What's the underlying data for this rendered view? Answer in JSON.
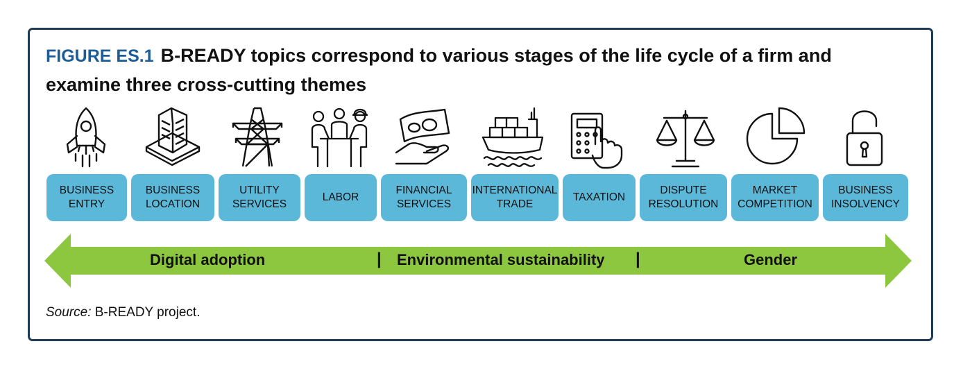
{
  "figure": {
    "label": "FIGURE ES.1",
    "title": "B-READY topics correspond to various stages of the life cycle of a firm and examine three cross-cutting themes"
  },
  "colors": {
    "accent": "#1c5d99",
    "topic_box": "#5bb8d9",
    "arrow": "#8dc63f",
    "border": "#1f3b57"
  },
  "topics": [
    {
      "label": "BUSINESS\nENTRY",
      "icon": "rocket-icon"
    },
    {
      "label": "BUSINESS\nLOCATION",
      "icon": "building-icon"
    },
    {
      "label": "UTILITY\nSERVICES",
      "icon": "power-tower-icon"
    },
    {
      "label": "LABOR",
      "icon": "workers-icon"
    },
    {
      "label": "FINANCIAL\nSERVICES",
      "icon": "money-hand-icon"
    },
    {
      "label": "INTERNATIONAL\nTRADE",
      "icon": "cargo-ship-icon"
    },
    {
      "label": "TAXATION",
      "icon": "calculator-icon"
    },
    {
      "label": "DISPUTE\nRESOLUTION",
      "icon": "scales-icon"
    },
    {
      "label": "MARKET\nCOMPETITION",
      "icon": "pie-chart-icon"
    },
    {
      "label": "BUSINESS\nINSOLVENCY",
      "icon": "padlock-icon"
    }
  ],
  "themes": [
    "Digital adoption",
    "Environmental sustainability",
    "Gender"
  ],
  "separator": "|",
  "source": {
    "label": "Source:",
    "text": " B-READY project."
  }
}
